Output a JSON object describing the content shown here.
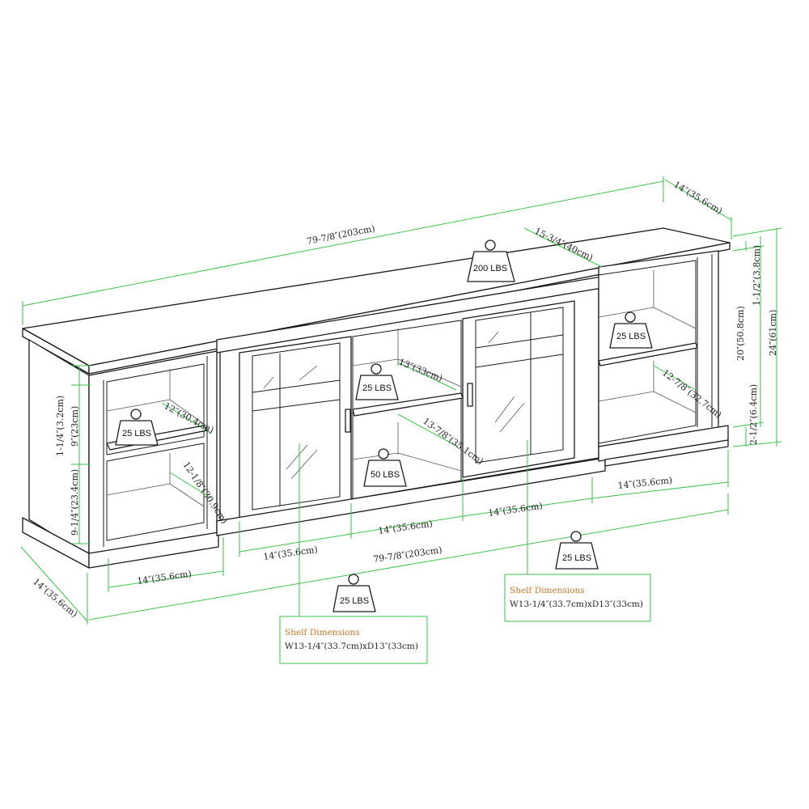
{
  "dimensions": {
    "total_width_top": "79-7/8″(203cm)",
    "depth_top": "14″(35.6cm)",
    "top_center_depth": "15-3/4″(40cm)",
    "height_upper_side": "1-1/2″(3.8cm)",
    "height_mid": "20″(50.8cm)",
    "height_total": "24″(61cm)",
    "base_height_right": "2-1/2″(6.4cm)",
    "left_top_trim": "1-1/4″(3.2cm)",
    "left_upper_opening": "9″(23cm)",
    "left_lower_opening": "9-1/4″(23.4cm)",
    "left_shelf_depth": "12″(30.4cm)",
    "left_lower_depth": "12-1/8″(30.9cm)",
    "center_shelf_depth": "13″(33cm)",
    "center_lower_depth": "13-7/8″(35.1cm)",
    "right_shelf_depth": "12-7/8″(32.7cm)",
    "right_width": "14″(35.6cm)",
    "bay_right_door": "14″(35.6cm)",
    "bay_center": "14″(35.6cm)",
    "bay_left_door": "14″(35.6cm)",
    "left_width": "14″(35.6cm)",
    "total_width_bottom": "79-7/8″(203cm)",
    "depth_bottom": "14″(35.6cm)"
  },
  "weights": {
    "top": "200 LBS",
    "right_shelf": "25 LBS",
    "center_shelf": "25 LBS",
    "left_shelf": "25 LBS",
    "center_bottom": "50 LBS",
    "left_door_shelf": "25 LBS",
    "right_door_shelf": "25 LBS"
  },
  "notes": {
    "left": {
      "title": "Shelf Dimensions",
      "text": "W13-1/4″(33.7cm)xD13″(33cm)"
    },
    "right": {
      "title": "Shelf Dimensions",
      "text": "W13-1/4″(33.7cm)xD13″(33cm)"
    }
  },
  "colors": {
    "dimension_line": "#3fbf4f",
    "outline": "#1a1a1a",
    "note_title": "#c8752a"
  }
}
